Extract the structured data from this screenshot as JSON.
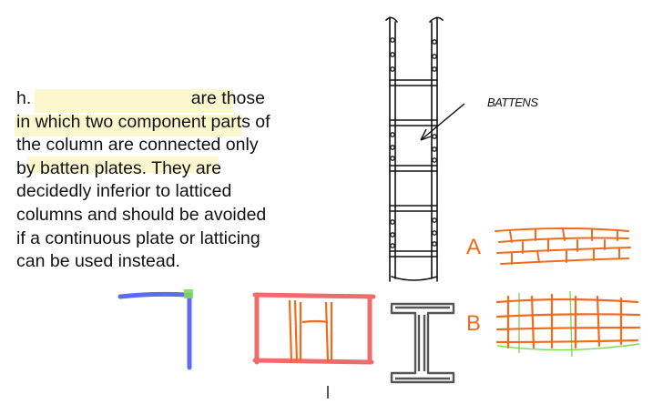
{
  "paragraph": {
    "prefix": "h.",
    "line1_tail": "are those",
    "lines": [
      "in which two component parts of",
      "the column are connected only",
      "by batten plates. They are",
      "decidedly inferior to latticed",
      "columns and should be avoided",
      "if a continuous plate or latticing",
      "can be used instead."
    ]
  },
  "sketch": {
    "callout_label": "BATTENS",
    "label_a": "A",
    "label_b": "B"
  },
  "colors": {
    "highlight": "#fdf6c8",
    "orange": "#f26b1d",
    "red": "#ef5b5b",
    "blue": "#5b6cf0",
    "green": "#7ed957",
    "gray": "#555555"
  }
}
